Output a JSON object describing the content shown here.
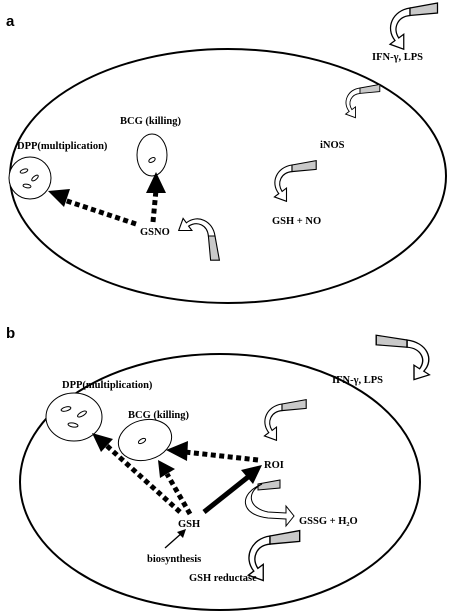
{
  "panel_a": {
    "label": "a",
    "labels": {
      "ifn": "IFN-γ, LPS",
      "inos": "iNOS",
      "dpp": "DPP(multiplication)",
      "bcg": "BCG (killing)",
      "gsh_no": "GSH + NO",
      "gsno": "GSNO"
    }
  },
  "panel_b": {
    "label": "b",
    "labels": {
      "ifn": "IFN-γ, LPS",
      "dpp": "DPP(multiplication)",
      "bcg": "BCG (killing)",
      "roi": "ROI",
      "gsh": "GSH",
      "gssg": "GSSG + H₂O",
      "biosynthesis": "biosynthesis",
      "reductase": "GSH reductase"
    }
  }
}
